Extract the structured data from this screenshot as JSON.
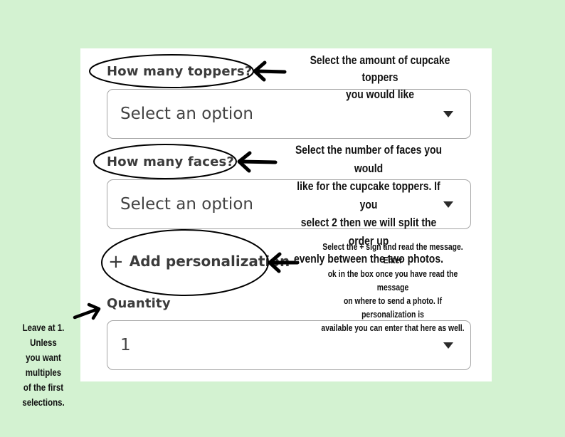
{
  "form": {
    "toppers_label": "How many toppers?",
    "toppers_value": "Select an option",
    "faces_label": "How many faces?",
    "faces_value": "Select an option",
    "personalization_label": "Add personalization",
    "personalization_icon": "plus-icon",
    "quantity_label": "Quantity",
    "quantity_value": "1"
  },
  "notes": {
    "toppers": [
      "Select the amount of cupcake toppers",
      "you would like"
    ],
    "faces": [
      "Select the number of faces you would",
      "like for the cupcake toppers. If you",
      "select 2 then we will split the order up",
      "evenly between the two photos."
    ],
    "personalization": [
      "Select the + sign and read the message. Enter",
      "ok in the box once you have read the message",
      "on where to send a photo. If personalization is",
      "available you can enter that here as well."
    ],
    "quantity": [
      "Leave at 1. Unless",
      "you want multiples",
      "of the first",
      "selections."
    ]
  },
  "colors": {
    "background": "#d3f2d1",
    "annotation": "#000000"
  }
}
